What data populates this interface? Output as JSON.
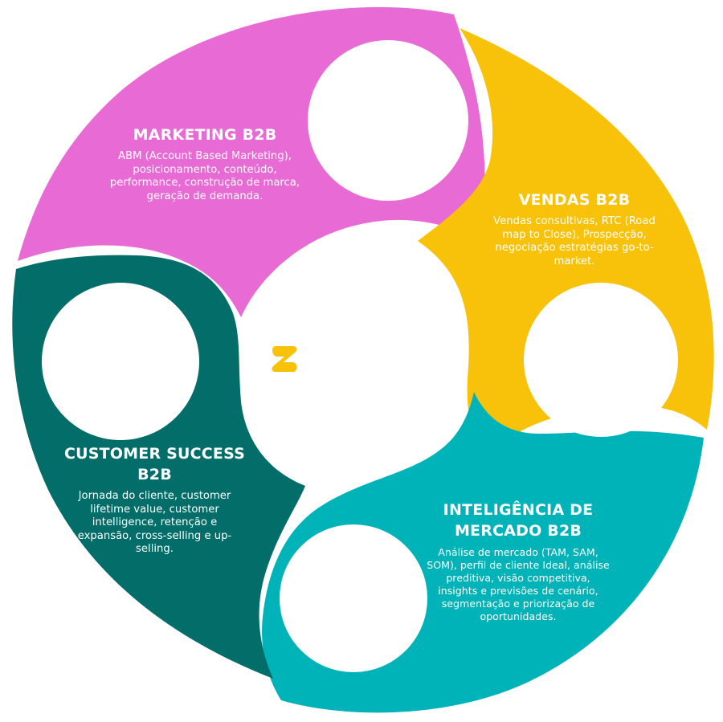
{
  "diagram": {
    "logo_text": "z",
    "segments": [
      {
        "id": "marketing",
        "title": "MARKETING B2B",
        "description": "ABM (Account Based Marketing), posicionamento, conteúdo, performance, construção de marca, geração de demanda.",
        "color": "#E86AD4"
      },
      {
        "id": "vendas",
        "title": "VENDAS B2B",
        "description": "Vendas consultivas, RTC (Road map to Close), Prospecção, negociação estratégias go-to-market.",
        "color": "#F8C20A"
      },
      {
        "id": "inteligencia",
        "title": "INTELIGÊNCIA DE MERCADO B2B",
        "description": "Análise de mercado (TAM, SAM, SOM), perfil de cliente Ideal, análise preditiva, visão competitiva, insights e previsões de cenário, segmentação e priorização de oportunidades.",
        "color": "#00B3B8"
      },
      {
        "id": "cs",
        "title": "CUSTOMER SUCCESS B2B",
        "description": "Jornada do cliente, customer lifetime value, customer intelligence, retenção e expansão, cross-selling e up-selling.",
        "color": "#036E69"
      }
    ],
    "logo_color": "#F8C20A"
  }
}
